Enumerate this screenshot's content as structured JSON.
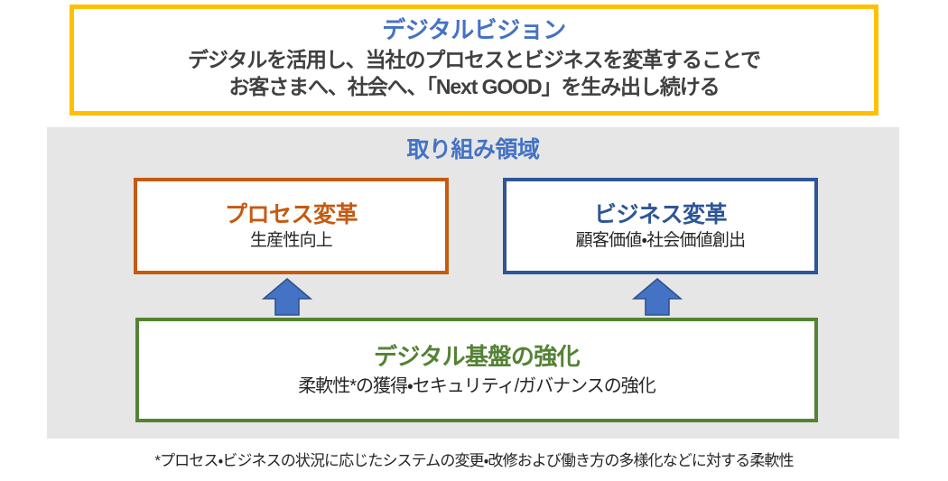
{
  "vision_banner": {
    "title": "デジタルビジョン",
    "lines": [
      "デジタルを活用し、当社のプロセスとビジネスを変革することで",
      "お客さまへ、社会へ、「Next GOOD」を生み出し続ける"
    ],
    "border_color": "#FFC000",
    "title_color": "#4472C4",
    "text_color": "#404040"
  },
  "scope_panel": {
    "heading": "取り組み領域",
    "heading_color": "#4472C4",
    "background_color": "#E6E6E6",
    "pillars": [
      {
        "title": "プロセス変革",
        "subtitle": "生産性向上",
        "accent_color": "#C55A11"
      },
      {
        "title": "ビジネス変革",
        "subtitle": "顧客価値・社会価値創出",
        "accent_color": "#2E5597"
      }
    ],
    "arrows": [
      {
        "name": "arrow-to-process",
        "direction": "up",
        "color": "#4472C4"
      },
      {
        "name": "arrow-to-business",
        "direction": "up",
        "color": "#4472C4"
      }
    ],
    "foundation": {
      "title": "デジタル基盤の強化",
      "subtitle": "柔軟性*の獲得・セキュリティ/ガバナンスの強化",
      "accent_color": "#548235"
    }
  },
  "footnote": "*プロセス・ビジネスの状況に応じたシステムの変更・改修および働き方の多様化などに対する柔軟性"
}
